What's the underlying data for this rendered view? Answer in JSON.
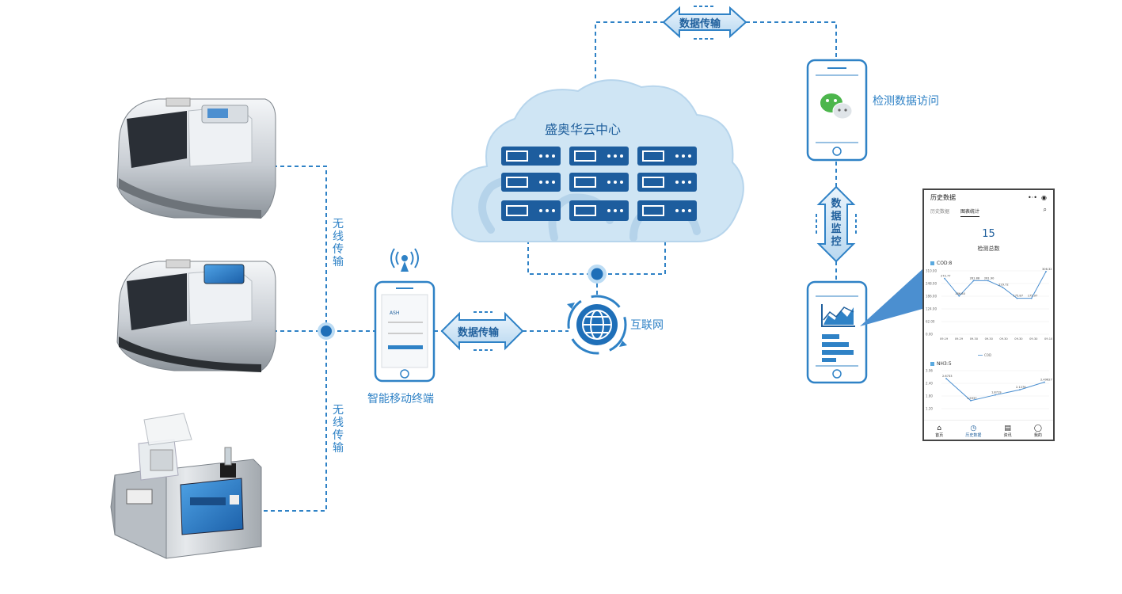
{
  "cloud": {
    "title": "盛奥华云中心"
  },
  "arrows": {
    "top": "数据传输",
    "middle": "数据传输",
    "monitor": "数据监控"
  },
  "wireless": {
    "top": "无线传输",
    "bottom": "无线传输"
  },
  "mobile_terminal": {
    "label": "智能移动终端"
  },
  "internet": {
    "label": "互联网"
  },
  "wechat": {
    "label": "检测数据访问"
  },
  "app_panel": {
    "title": "历史数据",
    "tabs": [
      "历史数据",
      "图表统计"
    ],
    "active_tab": "图表统计",
    "total": "15",
    "total_label": "检测总数",
    "cod": {
      "name": "COD:8",
      "yticks": [
        "310.00",
        "248.00",
        "186.00",
        "124.00",
        "62.00",
        "0.00"
      ],
      "xticks": [
        "09.19",
        "09.29",
        "09.30",
        "09.30",
        "09.30",
        "09.30",
        "09.30",
        "09.10"
      ],
      "labels": [
        "272.77",
        "186.80",
        "261.88",
        "261.90",
        "229.72",
        "175.87",
        "175.97",
        "306.32"
      ],
      "legend": "COD"
    },
    "nh3": {
      "name": "NH3:5",
      "yticks": [
        "3.06",
        "2.40",
        "1.80",
        "1.20"
      ],
      "labels": [
        "2.6733",
        "1.5937",
        "1.8719",
        "2.1276",
        "2.49627"
      ]
    },
    "nav": [
      "首页",
      "历史数据",
      "资讯",
      "我的"
    ],
    "nav_active": "历史数据"
  },
  "colors": {
    "primary": "#2f82c6",
    "dark": "#1f5f9c",
    "cloud": "#cfe5f4",
    "server": "#1d5d9e"
  }
}
